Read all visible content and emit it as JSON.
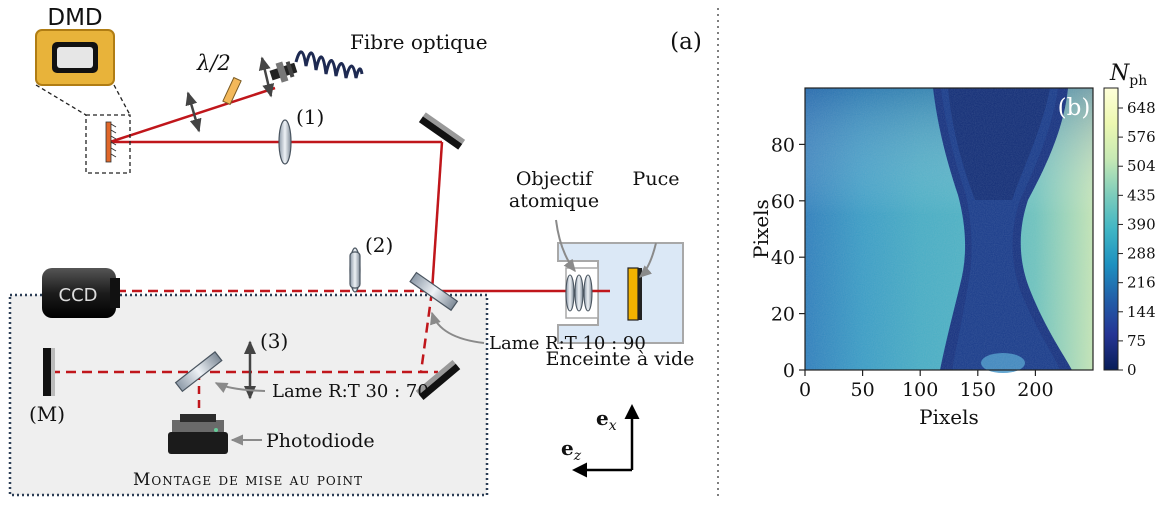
{
  "panel_a": {
    "label": "(a)",
    "labels": {
      "dmd": "DMD",
      "half_wave": "λ/2",
      "fibre": "Fibre optique",
      "lens1": "(1)",
      "lens2": "(2)",
      "lens3": "(3)",
      "ccd": "CCD",
      "objective_line1": "Objectif",
      "objective_line2": "atomique",
      "chip": "Puce",
      "vacuum": "Enceinte à vide",
      "beamsplitter_1090": "Lame R:T 10 : 90",
      "beamsplitter_3070": "Lame R:T 30 : 70",
      "mirror_m": "(M)",
      "photodiode": "Photodiode",
      "focus_setup": "Montage de mise au point",
      "axis_x": "e",
      "axis_x_sub": "x",
      "axis_z": "e",
      "axis_z_sub": "z"
    },
    "colors": {
      "beam": "#c0161b",
      "focus_box_fill": "#efefef",
      "focus_box_border": "#2c3e55",
      "vacuum_fill": "#dbe8f6",
      "chip": "#f2b200",
      "dmd_gold": "#e8b33a"
    }
  },
  "panel_b": {
    "label": "(b)",
    "colorbar_title": "N",
    "colorbar_title_sub": "ph",
    "colorbar_ticks": [
      "648",
      "576",
      "504",
      "435",
      "390",
      "288",
      "216",
      "144",
      "75",
      "0"
    ],
    "colormap": "YlGnBu",
    "chart_data": {
      "type": "heatmap",
      "xlabel": "Pixels",
      "ylabel": "Pixels",
      "xticks": [
        "0",
        "50",
        "100",
        "150",
        "200"
      ],
      "yticks": [
        "0",
        "20",
        "40",
        "60",
        "80"
      ],
      "xlim": [
        0,
        250
      ],
      "ylim": [
        0,
        100
      ],
      "clim": [
        0,
        700
      ]
    }
  }
}
